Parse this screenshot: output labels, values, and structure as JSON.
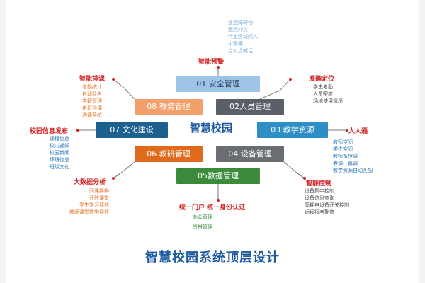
{
  "center": "智慧校园",
  "title": "智慧校园系统顶层设计",
  "modules": {
    "m1": "01 安全管理",
    "m2": "02人员管理",
    "m3": "03 教学资源",
    "m4": "04 设备管理",
    "m5": "05数据管理",
    "m6": "06 教研管理",
    "m7": "07 文化建设",
    "m8": "08 教务管理"
  },
  "categories": {
    "safety": {
      "label": "智能预警",
      "items": [
        "遥远障碍物",
        "激烈冲突",
        "特定区域闯入",
        "火警等",
        "点对点喊话"
      ]
    },
    "locate": {
      "label": "准确定位",
      "items": [
        "学生考勤",
        "人员密度",
        "场地使用情况"
      ]
    },
    "everyone": {
      "label": "人人通",
      "items": [
        "教师空间",
        "学生空间",
        "教师备授课",
        "券课、慕课",
        "教学资源自动匹配"
      ]
    },
    "control": {
      "label": "智能控制",
      "items": [
        "设备集中控制",
        "设备信息查询",
        "高耗电设备开关控制",
        "远程报考勤修"
      ]
    },
    "portal": {
      "label": "统一门户 统一身份认证",
      "items": [
        "办公管理",
        "资材管理"
      ]
    },
    "bigdata": {
      "label": "大数据分析",
      "items": [
        "同课异构",
        "开放课堂",
        "学生学习评估",
        "教师课堂教学评估"
      ]
    },
    "publish": {
      "label": "校园信息发布",
      "items": [
        "课程信息",
        "校内通知",
        "校园新闻",
        "环境信息",
        "班级文化"
      ]
    },
    "schedule": {
      "label": "智能排课",
      "items": [
        "考勤统计",
        "自动监考",
        "学籍管理",
        "走班排课",
        "选课系统"
      ]
    }
  }
}
